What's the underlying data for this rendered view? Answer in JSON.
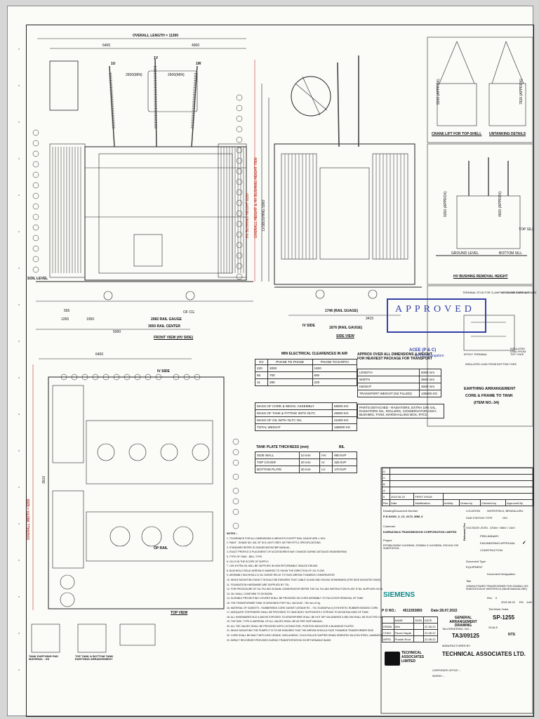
{
  "drawing": {
    "overall_length": "OVERALL LENGTH = 11300",
    "dim_6400": "6400",
    "dim_4900": "4900",
    "bushing_1u": "1U",
    "bushing_1v": "1V",
    "bushing_1w": "1W",
    "dim_2600_left": "2600(MIN)",
    "dim_2600_right": "2600(MIN)",
    "hv_bushing_height": "HV BUSHING HEIGHT 6280",
    "overall_height": "OVERALL HEIGHT & HV BUSHING HEIGHT 7500",
    "lv_bushing": "LVSBUSHING 5960",
    "dim_5000": "5000",
    "soil_level": "SOIL LEVEL",
    "rail_gauge": "2082 RAIL GAUGE",
    "rail_center": "3050 RAIL CENTER",
    "of_cg": "OF CG",
    "dim_565": "565",
    "dim_1265": "1265",
    "dim_1950": "1950",
    "front_view": "FRONT VIEW (HV SIDE)",
    "iv_side": "IV SIDE",
    "side_view": "SIDE VIEW",
    "rail_guage_side": "1746 (RAIL GUAGE)",
    "dim_1676": "1676 (RAIL GAUGE)",
    "dim_3415": "3415",
    "crane_lift": "CRANE LIFT FOR TOP-SHELL",
    "untanking": "UNTANKING DETAILS",
    "dim_9200": "9200 (APPROX)",
    "dim_7826": "7826 (APPROX)",
    "hv_removal": "HV BUSHING REMOVAL HEIGHT",
    "dim_9260": "9260 (APPROX)",
    "dim_4600": "4600 (APPROX)",
    "top_sill": "TOP SILL",
    "ground_level": "GROUND LEVEL",
    "bottom_sill": "BOTTOM SILL",
    "earthing_title": "EARTHING ARRANGEMENT",
    "earthing_sub": "CORE & FRAME TO TANK",
    "earthing_item": "(ITEM NO.-34)",
    "terminal_stud": "TERMINAL STUD FOR CLAMPING FRAME EARTHING",
    "stud_core": "STUD FOR CORE & FRAME",
    "epoxy_terminal": "EPOXY TERMINAL",
    "insulated_lead": "INSULATED LEAD FROM TOP YOKE",
    "insulated_bot": "INSULATED LEAD FROM BOTTOM YOKE",
    "top_view_label": "TOP VIEW",
    "dim_6400b": "6400",
    "overall_width": "OVERALL WIDTH = 6250",
    "dim_3610": "3610",
    "op_rail": "OP RAIL",
    "tank_earthing": "TANK EARTHING PAD MATERIAL : SS",
    "top_tank_earthing": "TOP TANK & BOTTOM TANK EARTHING ARRANGEMENT"
  },
  "clearances": {
    "title": "MIN ELECTRICAL CLEARENCES IN AIR",
    "headers": [
      "KV",
      "PHASE TO PHASE",
      "PHASE TO EARTH"
    ],
    "rows": [
      [
        "220",
        "2000",
        "1820"
      ],
      [
        "66",
        "700",
        "660"
      ],
      [
        "11",
        "280",
        "220"
      ]
    ]
  },
  "mass": {
    "rows": [
      [
        "MASS OF CORE & WDGS. ASSEMBLY",
        "58000 KG"
      ],
      [
        "MASS OF TANK & FITTING WITH OLTC",
        "49000 KG"
      ],
      [
        "MASS OF OIL WITH OLTC OIL",
        "41000 KG"
      ],
      [
        "TOTAL WEIGHT",
        "168000 KG"
      ]
    ]
  },
  "approx_dims": {
    "title": "APPROX OVER ALL DIMENSIONS & WEIGHT FOR HEAVIEST PACKAGE FOR TRANSPORT",
    "rows": [
      [
        "LENGTH",
        "8300 mm"
      ],
      [
        "WIDTH",
        "3500 mm"
      ],
      [
        "HEIGHT",
        "4500 mm"
      ],
      [
        "TRANSPORT WEIGHT (N2 FILLED)",
        "135000 KG"
      ]
    ],
    "parts": "PARTS DETACHED - RADIATORS, EXTRA 10% OIL, RADIATORS OIL, ROLLERS, CONSERVATOR ASSY, BUSHING, FANS, MARSHALLING BOX, RTCC"
  },
  "tank_plate": {
    "title": "TANK PLATE THICKNESS (mm)",
    "bil": "BIL",
    "rows": [
      [
        "SIDE WALL",
        "10 mm",
        "HV",
        "950 kVP"
      ],
      [
        "TOP COVER",
        "20 mm",
        "IV",
        "325 kVP"
      ],
      [
        "BOTTOM PLATE",
        "30 mm",
        "LV",
        "170 kVP"
      ]
    ]
  },
  "stamp": {
    "approved": "APPROVED",
    "line1": "ACEE (P & C)",
    "line2": "KPTCL, Bangalore"
  },
  "notes": {
    "heading": "NOTES :-",
    "items": [
      "1. TOLERANCE FOR ALL DIMENSIONS & WEIGHTS EXCEPT RAIL GAUGE ARE ± 10%.",
      "2. PAINT : SHADE NO. 631 OF IS:5 LIGHT GREY AS PER KPTCL SPECIFICATIONS.",
      "3. STANDARD REFER IS 2026/IEC60076/CBIP MANUAL.",
      "4. EXACT PROFILE & PLACEMENT OF ACCESSORIES MAY CHANGE DURING DETAILED ENGINEERING",
      "5. TYPE OF TANK : BELL TYPE.",
      "6. OIL IS IN THE SCOPE OF SUPPLY.",
      "7. 10% EXTRA OIL WILL BE SUPPLIED IN NON RETURNABLE SEALED DRUMS.",
      "8. BUCHHOLZ RELAY ARROW IS MARKED TO SHOW THE DIRECTION OF OIL FLOW.",
      "9. ASSEMBLY BUCHHOLZ & OIL SURGE RELAY TO FACE ARROW TOWARDS CONSERVATOR",
      "10. WHILE MOUNTING FANS IT SHOULD BE ENSURED THAT CABLE GLAND AND FACING DOWNWARD (FOR SIDE MOUNTED FANS)",
      "11. FOUNDATION HARDWARE ARE SUPPLIED BY TSL.",
      "12. FOR PROCEDURE OF OIL FILLING IN MAIN CONSERVATOR REFER THE OIL FILLING INSTRUCTION PLATE IF NIL SUPPLIED ON IN THE SCOPE OF THE TRANSFORMER.",
      "13. OIL SHALL CONFORM TO IEC60296.",
      "14. SUITABLE PROJECTING COVERS SHALL BE PROVIDED ON CORE ASSEMBLY TO FACILITATE REMOVAL OF TANK.",
      "15. THE TRANSFORMER TANK IS DESIGNED FOR FULL VACUUM : 760 mm of Hg.",
      "16. MATERIAL OF GASKETS - RUBBERISED CORK GASKET (GRADE RC - 70C IS4253/Part 2) SYNTHETIC RUBBER BONDED CORK.",
      "17. ADEQUATE STIFFENERS SHALL BE PROVIDED TO TANK BODY SUFFICIENTLY STRONG TO AVOID BULGING OF TANK.",
      "18. ALL HARDWARES M12 & ABOVE EXPOSED TO ATMOSPHERE SHALL BE HOT DIP GALVANISED & BELOW SHALL BE ELECTRO GALVANIZED.",
      "19. THE SIZE, TYPE & MATERIAL OF ALL VALVES SHALL BE AS PER CBIP MANUAL.",
      "20. ALL THE VALVES SHALL BE PROVIDED WITH LOCKING ROD, POSITION INDICATOR & BLANKING PLATES.",
      "21. WHILE MOUNTING THE PUMPS IT IS TO BE ENSURED THAT THE ARROW SHOULD FACE TOWARDS TRANSFORMER SIDE",
      "22. CORE SHALL BE BUILT WITH HIGH GRADE, NON-AGEING, COLD ROLLED SUPPER GRAIN ORIENTED SILICON STEEL LAMINATIONS SPECIALLY SUITABLE FOR TRANSFORMER CORE. GRADE OF CRGO: M4 OR BETTER SHALL BE USED",
      "23. IMPACT RECORDER PROVIDED DURING TRANSPORTATION ON RETURNABLE BASIS."
    ]
  },
  "title_block": {
    "rev_cols": [
      "D",
      "C",
      "B",
      "A",
      "0"
    ],
    "rev0_date": "2022.08.22",
    "rev0_text": "FIRST ISSUE",
    "rev_headers": [
      "Rev",
      "Date",
      "Modification",
      "Activity",
      "Drawn by",
      "Checked by",
      "Approved By"
    ],
    "drawing_no_label": "Drawing/Document Number",
    "drawing_no": "P-E-91001_6_C1_6172_MIM_6",
    "location_label": "LOCATION",
    "location": "WHITEFIELD, BENGALURU",
    "sub_type_label": "SUB STATION TYPE",
    "sub_type": "GIS",
    "customer_label": "Customer",
    "customer": "KARNATAKA TRANSMISSION CORPORATION LIMITED",
    "voltage_label": "VOLTAGE LEVEL",
    "voltage": "220kV / 66kV / 11kV",
    "project_label": "Project",
    "project": "ESTABLISHING 2x100MVA, 220/66kV & 2x100MVA, 220/11kV GIS SUBSTATION",
    "released_for": "Released For",
    "preliminary": "PRELIMINARY",
    "eng_approval": "ENGINEERING APPROVAL",
    "construction": "CONSTRUCTION",
    "doc_type": "Document Type",
    "equipment": "EQUIPMENT",
    "doc_designation": "Document Designation",
    "title_label": "Title",
    "title_value": "100MVA POWER TRANSFORMER FOR 220/66kV GIS SUBSTATION AT WHITEFIELD (NEAR BANGALORE)",
    "siemens": "SIEMENS",
    "rev_label": "Rev.",
    "rev_value": "0",
    "date_value": "2022.08.22",
    "lang": "EN",
    "sheet": "1of3",
    "po_label": "P O NO.:",
    "po_value": "4511553893",
    "po_date": "Date:28.07.2022",
    "sign_headers": [
      "NAME",
      "SIGN",
      "DATE"
    ],
    "sign_rows": [
      [
        "DRWN",
        "Mini",
        "22.08.22"
      ],
      [
        "CHKD",
        "Pavan Nayak",
        "22.08.22"
      ],
      [
        "APPD",
        "Pranab Rout",
        "22.08.22"
      ]
    ],
    "title_ga": "GENERAL ARRANGEMENT DRAWING",
    "ta_ordering_label": "TAL/ORDERING. NO.:-",
    "ta_number": "TA3/09125",
    "sp_label": "TAL/Work Order",
    "sp_number": "SP-1255",
    "scale_label": "SCALE",
    "scale_value": "NTS",
    "manufacturer_label": "MANUFACTURER BY:",
    "company_name": "TECHNICAL ASSOCIATES LTD.",
    "logo_line1": "TECHNICAL",
    "logo_line2": "ASSOCIATES",
    "logo_line3": "LIMITED",
    "corp_office": "CORPORATE OFFICE :-",
    "works_office": "WORKS :-"
  }
}
